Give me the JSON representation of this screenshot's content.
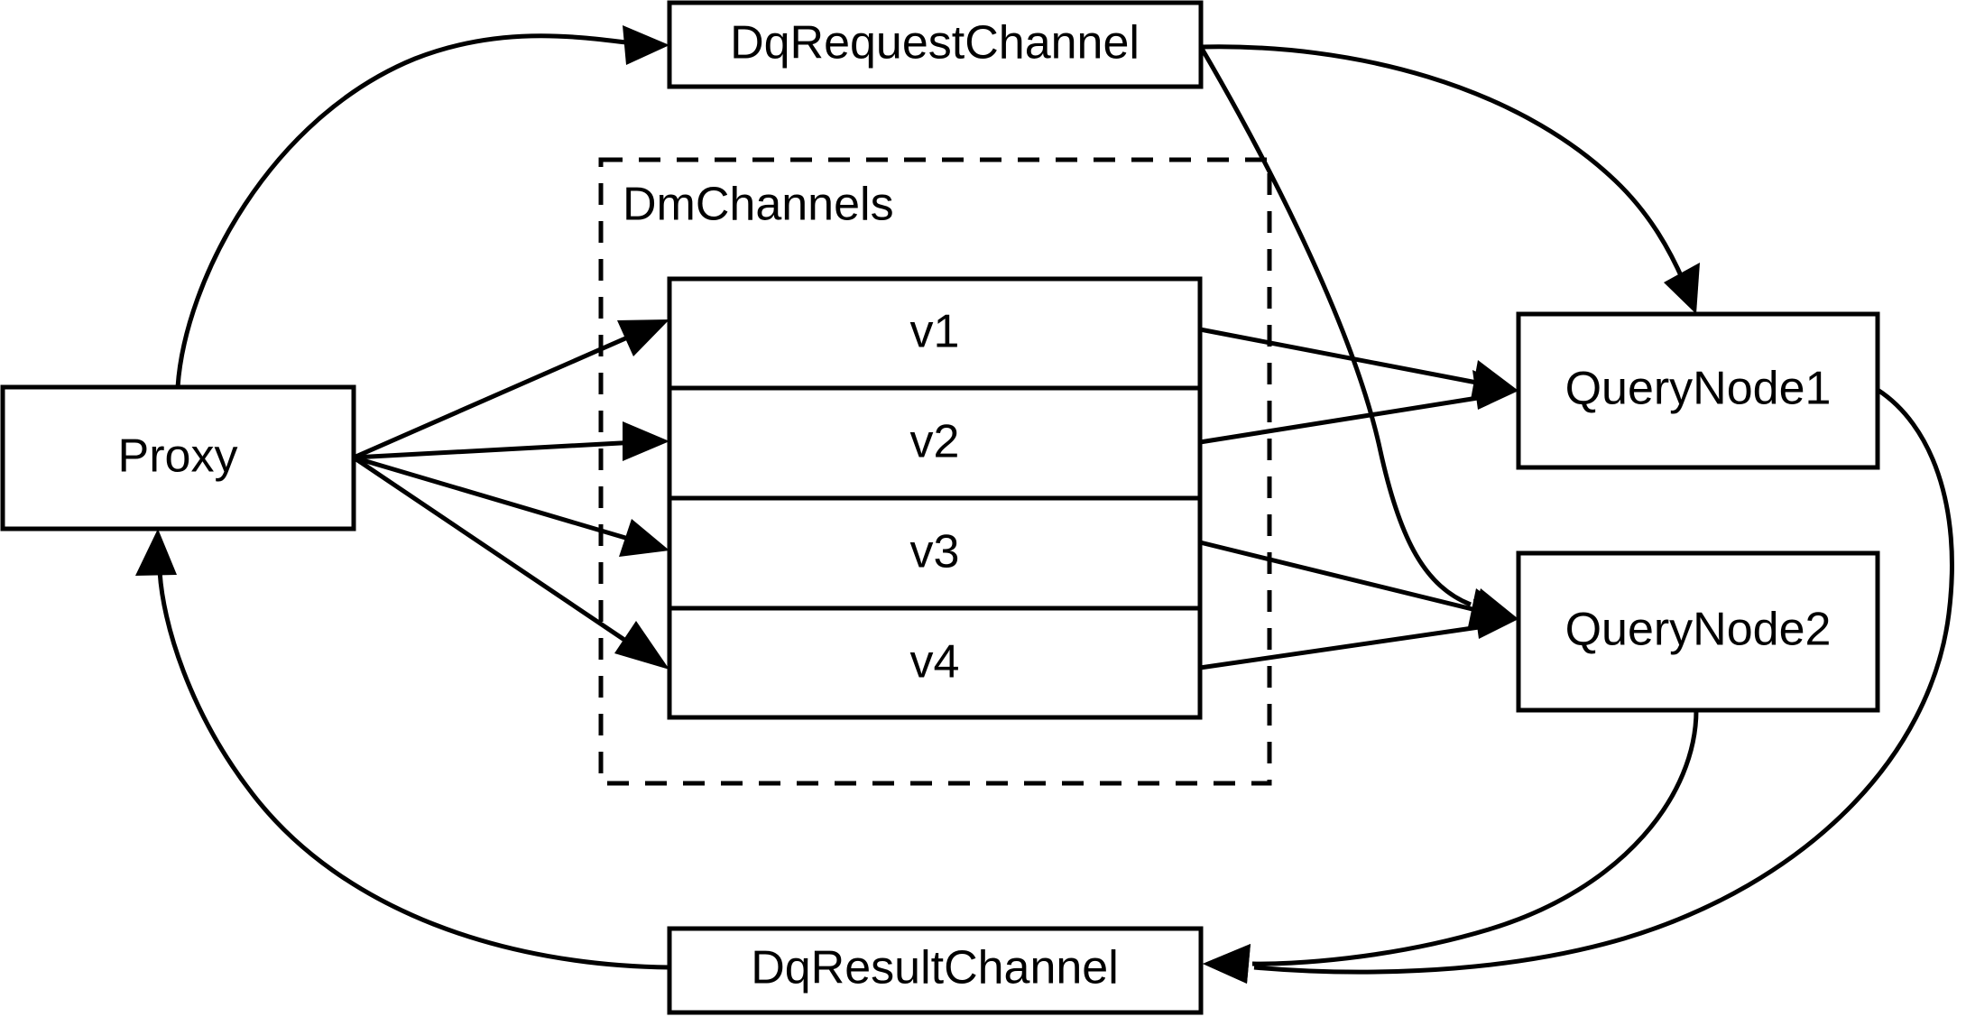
{
  "diagram": {
    "type": "flow-architecture-diagram",
    "background_color": "#ffffff",
    "line_color": "#000000",
    "nodes": {
      "proxy": {
        "label": "Proxy"
      },
      "dq_request_channel": {
        "label": "DqRequestChannel"
      },
      "dq_result_channel": {
        "label": "DqResultChannel"
      },
      "query_node_1": {
        "label": "QueryNode1"
      },
      "query_node_2": {
        "label": "QueryNode2"
      },
      "dm_channels_group": {
        "label": "DmChannels"
      }
    },
    "dm_channels": {
      "title": "DmChannels",
      "rows": [
        {
          "label": "v1"
        },
        {
          "label": "v2"
        },
        {
          "label": "v3"
        },
        {
          "label": "v4"
        }
      ]
    },
    "edges": [
      {
        "from": "Proxy",
        "to": "DqRequestChannel",
        "style": "curved",
        "arrow": true
      },
      {
        "from": "Proxy",
        "to": "v1",
        "style": "straight",
        "arrow": true
      },
      {
        "from": "Proxy",
        "to": "v2",
        "style": "straight",
        "arrow": true
      },
      {
        "from": "Proxy",
        "to": "v3",
        "style": "straight",
        "arrow": true
      },
      {
        "from": "Proxy",
        "to": "v4",
        "style": "straight",
        "arrow": true
      },
      {
        "from": "DqRequestChannel",
        "to": "QueryNode1",
        "style": "curved",
        "arrow": true
      },
      {
        "from": "DqRequestChannel",
        "to": "QueryNode2",
        "style": "curved",
        "arrow": true
      },
      {
        "from": "v1",
        "to": "QueryNode1",
        "style": "straight",
        "arrow": true
      },
      {
        "from": "v2",
        "to": "QueryNode1",
        "style": "straight",
        "arrow": true
      },
      {
        "from": "v3",
        "to": "QueryNode2",
        "style": "straight",
        "arrow": true
      },
      {
        "from": "v4",
        "to": "QueryNode2",
        "style": "straight",
        "arrow": true
      },
      {
        "from": "QueryNode1",
        "to": "DqResultChannel",
        "style": "curved",
        "arrow": true
      },
      {
        "from": "QueryNode2",
        "to": "DqResultChannel",
        "style": "curved",
        "arrow": true
      },
      {
        "from": "DqResultChannel",
        "to": "Proxy",
        "style": "curved",
        "arrow": true
      }
    ]
  }
}
